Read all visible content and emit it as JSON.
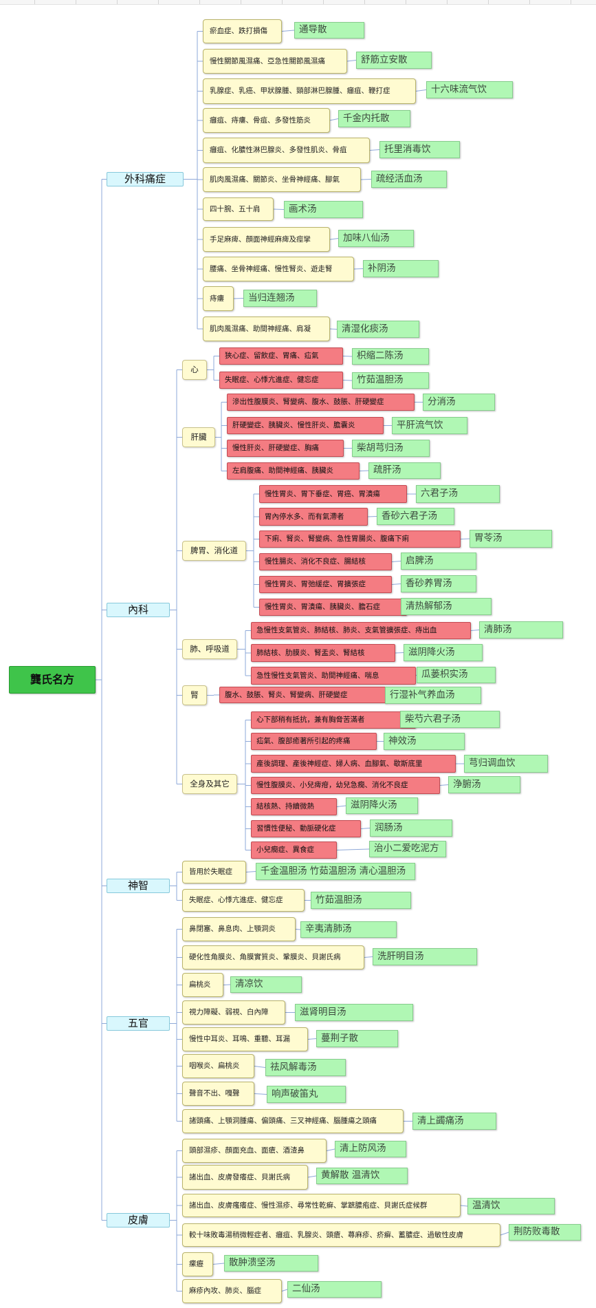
{
  "root": {
    "label": "龔氏名方",
    "color": "#3fc44a"
  },
  "colors": {
    "disease_box": "#fffbd1",
    "symptom_internal": "#f47c82",
    "prescription": "#b0f7b4",
    "category": "#d9f7fd",
    "connector": "#8ea8d8"
  },
  "categories": [
    {
      "label": "外科痛症",
      "entries": [
        {
          "symptom": "瘀血症、跌打損傷",
          "prescription": "通导散"
        },
        {
          "symptom": "慢性關節風濕痛、亞急性關節風濕痛",
          "prescription": "舒筋立安散"
        },
        {
          "symptom": "乳腺症、乳癌、甲狀腺腫、頸部淋巴腺腫、癰疽、鞭打症",
          "prescription": "十六味流气饮"
        },
        {
          "symptom": "癰疽、痔瘻、骨疽、多發性筋炎",
          "prescription": "千金内托散"
        },
        {
          "symptom": "癰疽、化膿性淋巴腺炎、多發性肌炎、骨疽",
          "prescription": "托里消毒饮"
        },
        {
          "symptom": "肌肉風濕痛、關節炎、坐骨神經痛、腳氣",
          "prescription": "疏经活血汤"
        },
        {
          "symptom": "四十腕、五十肩",
          "prescription": "画术汤"
        },
        {
          "symptom": "手足麻痺、顏面神經麻痺及痙攣",
          "prescription": "加味八仙汤"
        },
        {
          "symptom": "腰痛、坐骨神經痛、慢性腎炎、遊走腎",
          "prescription": "补阴汤"
        },
        {
          "symptom": "痔瘻",
          "prescription": "当归连翘汤"
        },
        {
          "symptom": "肌肉風濕痛、助間神經痛、肩凝",
          "prescription": "清湿化痰汤"
        }
      ]
    },
    {
      "label": "內科",
      "subgroups": [
        {
          "label": "心",
          "entries": [
            {
              "symptom": "狹心症、留飲症、胃痛、疝氣",
              "prescription": "枳缩二陈汤"
            },
            {
              "symptom": "失眠症、心悸亢進症、健忘症",
              "prescription": "竹茹温胆汤"
            }
          ]
        },
        {
          "label": "肝臟",
          "entries": [
            {
              "symptom": "滲出性腹膜炎、腎變病、腹水、鼓脹、肝硬變症",
              "prescription": "分消汤"
            },
            {
              "symptom": "肝硬變症、胰臟炎、慢性肝炎、膽囊炎",
              "prescription": "平肝流气饮"
            },
            {
              "symptom": "慢性肝炎、肝硬變症、胸痛",
              "prescription": "柴胡芎归汤"
            },
            {
              "symptom": "左肩腹痛、助間神經痛、胰臟炎",
              "prescription": "疏肝汤"
            }
          ]
        },
        {
          "label": "脾胃、消化道",
          "entries": [
            {
              "symptom": "慢性胃炎、胃下垂症、胃癌、胃潰瘍",
              "prescription": "六君子汤"
            },
            {
              "symptom": "胃內停水多、而有氣滯者",
              "prescription": "香砂六君子汤"
            },
            {
              "symptom": "下痢、腎炎、腎變病、急性胃腸炎、腹痛下痢",
              "prescription": "胃苓汤"
            },
            {
              "symptom": "慢性腸炎、消化不良症、腸結核",
              "prescription": "启脾汤"
            },
            {
              "symptom": "慢性胃炎、胃弛緩症、胃擴張症",
              "prescription": "香砂养胃汤"
            },
            {
              "symptom": "慢性胃炎、胃潰瘍、胰臟炎、膽石症",
              "prescription": "清热解郁汤"
            }
          ]
        },
        {
          "label": "肺、呼吸道",
          "entries": [
            {
              "symptom": "急慢性支氣管炎、肺結核、肺炎、支氣管擴張症、痔出血",
              "prescription": "清肺汤"
            },
            {
              "symptom": "肺結核、肋膜炎、腎盂炎、腎結核",
              "prescription": "滋阴降火汤"
            },
            {
              "symptom": "急性慢性支氣管炎、助間神經痛、喘息",
              "prescription": "瓜蒌枳实汤"
            }
          ]
        },
        {
          "label": "腎",
          "entries": [
            {
              "symptom": "腹水、鼓脹、腎炎、腎變病、肝硬變症",
              "prescription": "行湿补气养血汤"
            }
          ]
        },
        {
          "label": "全身及其它",
          "entries": [
            {
              "symptom": "心下部稍有抵抗，兼有胸脅苦滿者",
              "prescription": "柴芍六君子汤"
            },
            {
              "symptom": "疝氣、腹部癒著所引起的疼痛",
              "prescription": "神效汤"
            },
            {
              "symptom": "產後調理、產後神經症、婦人病、血腳氣、歇斯底里",
              "prescription": "芎归调血饮"
            },
            {
              "symptom": "慢性腹膜炎、小兒痺疳，幼兒急癇、消化不良症",
              "prescription": "浄腑汤"
            },
            {
              "symptom": "結核熱、持續微熱",
              "prescription": "滋阴降火汤"
            },
            {
              "symptom": "習慣性便秘、動脈硬化症",
              "prescription": "润肠汤"
            },
            {
              "symptom": "小兒癇症、異食症",
              "prescription": "治小二爱吃泥方"
            }
          ]
        }
      ]
    },
    {
      "label": "神智",
      "entries": [
        {
          "symptom": "皆用於失眠症",
          "prescription": "千金温胆汤 竹茹温胆汤 清心温胆汤"
        },
        {
          "symptom": "失眠症、心悸亢進症、健忘症",
          "prescription": "竹茹温胆汤"
        }
      ]
    },
    {
      "label": "五官",
      "entries": [
        {
          "symptom": "鼻閉塞、鼻息肉、上顎洞炎",
          "prescription": "辛夷清肺汤"
        },
        {
          "symptom": "硬化性角膜炎、角膜實質炎、鞏膜炎、貝謝氏病",
          "prescription": "洗肝明目汤"
        },
        {
          "symptom": "扁桃炎",
          "prescription": "清凉饮"
        },
        {
          "symptom": "視力障礙、弱視、白內障",
          "prescription": "滋肾明目汤"
        },
        {
          "symptom": "慢性中耳炎、耳鳴、重聽、耳漏",
          "prescription": "蔓荆子散"
        },
        {
          "symptom": "咽喉炎、扁桃炎",
          "prescription": "祛风解毒汤"
        },
        {
          "symptom": "聲音不出、嘎聲",
          "prescription": "响声破笛丸"
        },
        {
          "symptom": "諸頭痛、上顎洞腫瘍、偏頭痛、三叉神經痛、腦腫瘍之頭痛",
          "prescription": "清上蠲痛汤"
        }
      ]
    },
    {
      "label": "皮膚",
      "entries": [
        {
          "symptom": "頭部濕疹、顏面充血、面瘡、酒渣鼻",
          "prescription": "清上防风汤"
        },
        {
          "symptom": "諸出血、皮膚發癢症、貝謝氏病",
          "prescription": "黄解散 温清饮"
        },
        {
          "symptom": "諸出血、皮膚瘙癢症、慢性濕疹、尋常性乾癬、掌蹠膿疱症、貝謝氏症候群",
          "prescription": "温清饮"
        },
        {
          "symptom": "較十味敗毒湯稍微輕症者、癰疽、乳腺炎、頭瘡、蕁麻疹、疥癬、蓄膿症、過敏性皮膚",
          "prescription": "荆防败毒散"
        },
        {
          "symptom": "瘰癧",
          "prescription": "散肿溃坚汤"
        },
        {
          "symptom": "麻疹內攻、肺炎、腦症",
          "prescription": "二仙汤"
        }
      ]
    }
  ]
}
